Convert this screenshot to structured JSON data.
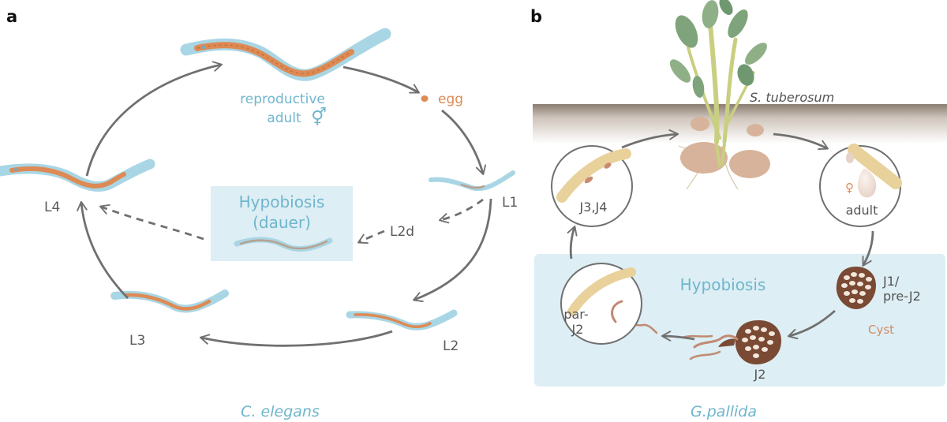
{
  "panel_a": {
    "letter": "a",
    "species": "C. elegans",
    "stages": {
      "adult_line1": "reproductive",
      "adult_line2": "adult",
      "adult_symbol": "⚥",
      "egg": "egg",
      "l1": "L1",
      "l2": "L2",
      "l2d": "L2d",
      "l3": "L3",
      "l4": "L4"
    },
    "dauer_box": {
      "line1": "Hypobiosis",
      "line2": "(dauer)"
    }
  },
  "panel_b": {
    "letter": "b",
    "species": "G.pallida",
    "host": "S. tuberosum",
    "hypobiosis_label": "Hypobiosis",
    "stages": {
      "j3j4": "J3,J4",
      "adult": "adult",
      "female_symbol": "♀",
      "j1_line1": "J1/",
      "j1_line2": "pre-J2",
      "cyst": "Cyst",
      "j2": "J2",
      "parj2_line1": "par-",
      "parj2_line2": "J2"
    }
  },
  "colors": {
    "accent_blue": "#6fb6cc",
    "hypobiosis_bg": "#ddeef4",
    "worm_orange": "#dd8a55",
    "arrow_gray": "#707070",
    "soil_brown": "#8a7c70",
    "cyst_brown": "#7a4a34"
  }
}
